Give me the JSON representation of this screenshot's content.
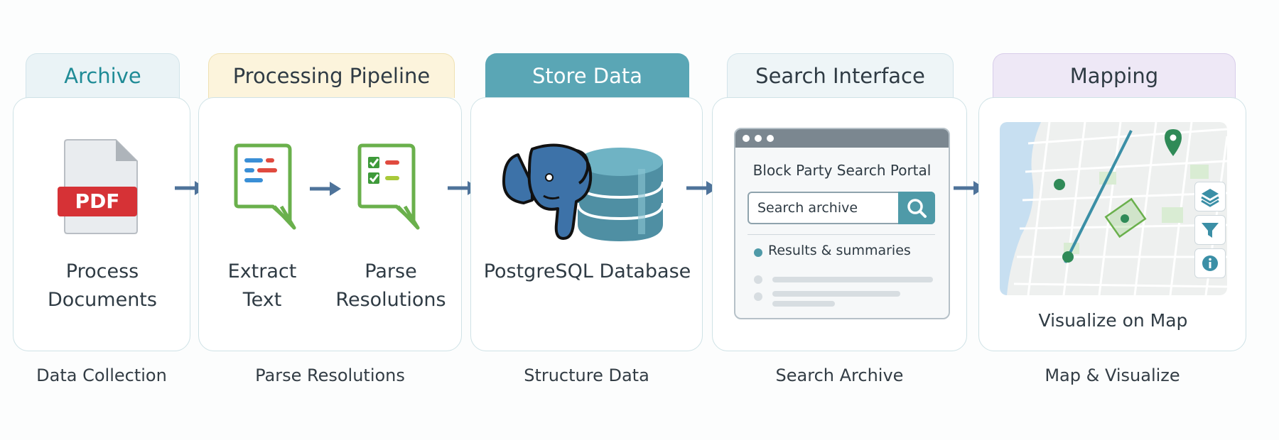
{
  "stages": [
    {
      "header": "Archive",
      "items": [
        "Process Documents"
      ],
      "caption": "Data Collection",
      "icon": "pdf-icon",
      "pdf_badge": "PDF"
    },
    {
      "header": "Processing Pipeline",
      "items": [
        "Extract Text",
        "Parse Resolutions"
      ],
      "caption": "Parse Resolutions",
      "icons": [
        "text-lines-icon",
        "checklist-icon"
      ]
    },
    {
      "header": "Store Data",
      "items": [
        "PostgreSQL Database"
      ],
      "caption": "Structure Data",
      "icon": "postgresql-elephant-database-icon"
    },
    {
      "header": "Search Interface",
      "caption": "Search Archive",
      "portal": {
        "title": "Block Party Search Portal",
        "search_placeholder": "Search archive",
        "results_label": "Results & summaries"
      }
    },
    {
      "header": "Mapping",
      "items": [
        "Visualize on Map"
      ],
      "caption": "Map & Visualize",
      "map_controls": [
        "layers-icon",
        "filter-icon",
        "info-icon"
      ]
    }
  ],
  "colors": {
    "teal": "#1f8b96",
    "teal_fill": "#5aa6b5",
    "green": "#6ab04c",
    "arrow": "#4e739a",
    "red": "#d63236"
  }
}
